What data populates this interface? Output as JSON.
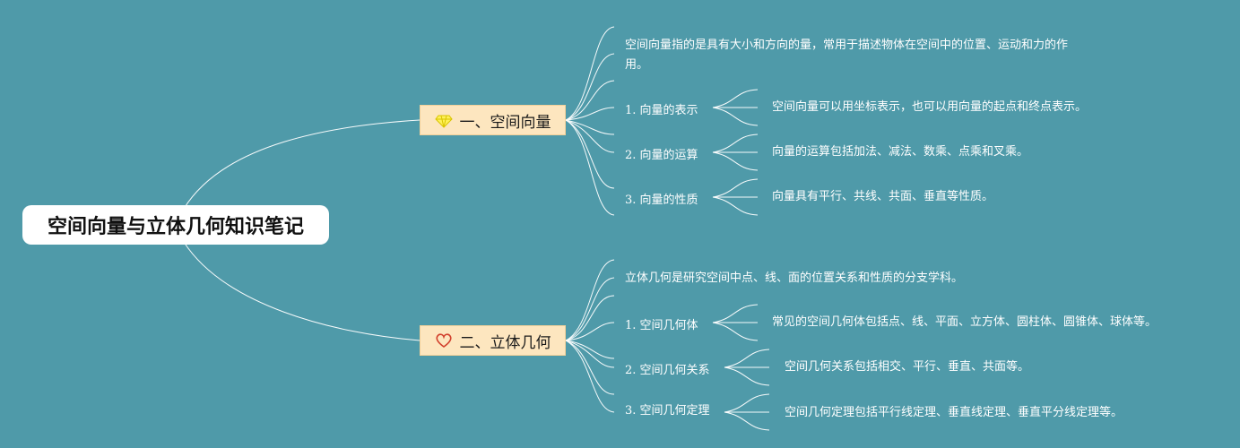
{
  "root": {
    "title": "空间向量与立体几何知识笔记"
  },
  "branches": [
    {
      "label": "一、空间向量",
      "icon": "diamond-icon",
      "summary": "空间向量指的是具有大小和方向的量，常用于描述物体在空间中的位置、运动和力的作用。",
      "items": [
        {
          "label": "1. 向量的表示",
          "detail": "空间向量可以用坐标表示，也可以用向量的起点和终点表示。"
        },
        {
          "label": "2. 向量的运算",
          "detail": "向量的运算包括加法、减法、数乘、点乘和叉乘。"
        },
        {
          "label": "3. 向量的性质",
          "detail": "向量具有平行、共线、共面、垂直等性质。"
        }
      ]
    },
    {
      "label": "二、立体几何",
      "icon": "heart-icon",
      "summary": "立体几何是研究空间中点、线、面的位置关系和性质的分支学科。",
      "items": [
        {
          "label": "1. 空间几何体",
          "detail": "常见的空间几何体包括点、线、平面、立方体、圆柱体、圆锥体、球体等。"
        },
        {
          "label": "2. 空间几何关系",
          "detail": "空间几何关系包括相交、平行、垂直、共面等。"
        },
        {
          "label": "3. 空间几何定理",
          "detail": "空间几何定理包括平行线定理、垂直线定理、垂直平分线定理等。"
        }
      ]
    }
  ],
  "colors": {
    "background": "#4f9aa9",
    "branch_fill": "#fde6bf",
    "line": "#ffffff"
  }
}
